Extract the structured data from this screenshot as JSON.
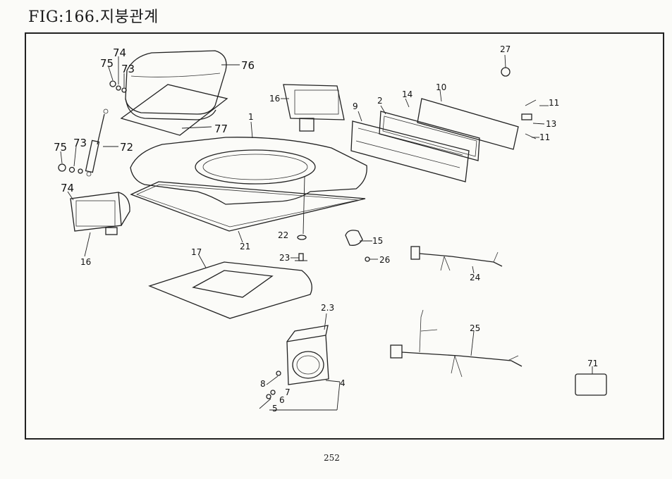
{
  "header": {
    "title": "FIG:166.지붕관계"
  },
  "footer": {
    "page_number": "252"
  },
  "callouts": {
    "c1": "1",
    "c2": "2",
    "c9": "9",
    "c10": "10",
    "c11a": "11",
    "c11b": "11",
    "c13": "13",
    "c14": "14",
    "c15": "15",
    "c16a": "16",
    "c16b": "16",
    "c17": "17",
    "c21": "21",
    "c22": "22",
    "c23": "23",
    "c23b": "2.3",
    "c24": "24",
    "c25": "25",
    "c26": "26",
    "c27": "27",
    "c4": "4",
    "c5": "5",
    "c6": "6",
    "c7": "7",
    "c8": "8",
    "c71": "71",
    "c72": "72",
    "c73a": "73",
    "c73b": "73",
    "c74a": "74",
    "c74b": "74",
    "c75a": "75",
    "c75b": "75",
    "c76": "76",
    "c77": "77"
  }
}
